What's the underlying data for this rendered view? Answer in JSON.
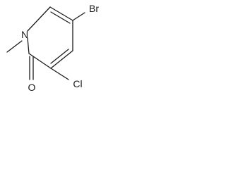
{
  "molecule": {
    "atoms": {
      "br": "Br",
      "cl": "Cl",
      "o": "O",
      "n": "N"
    }
  }
}
